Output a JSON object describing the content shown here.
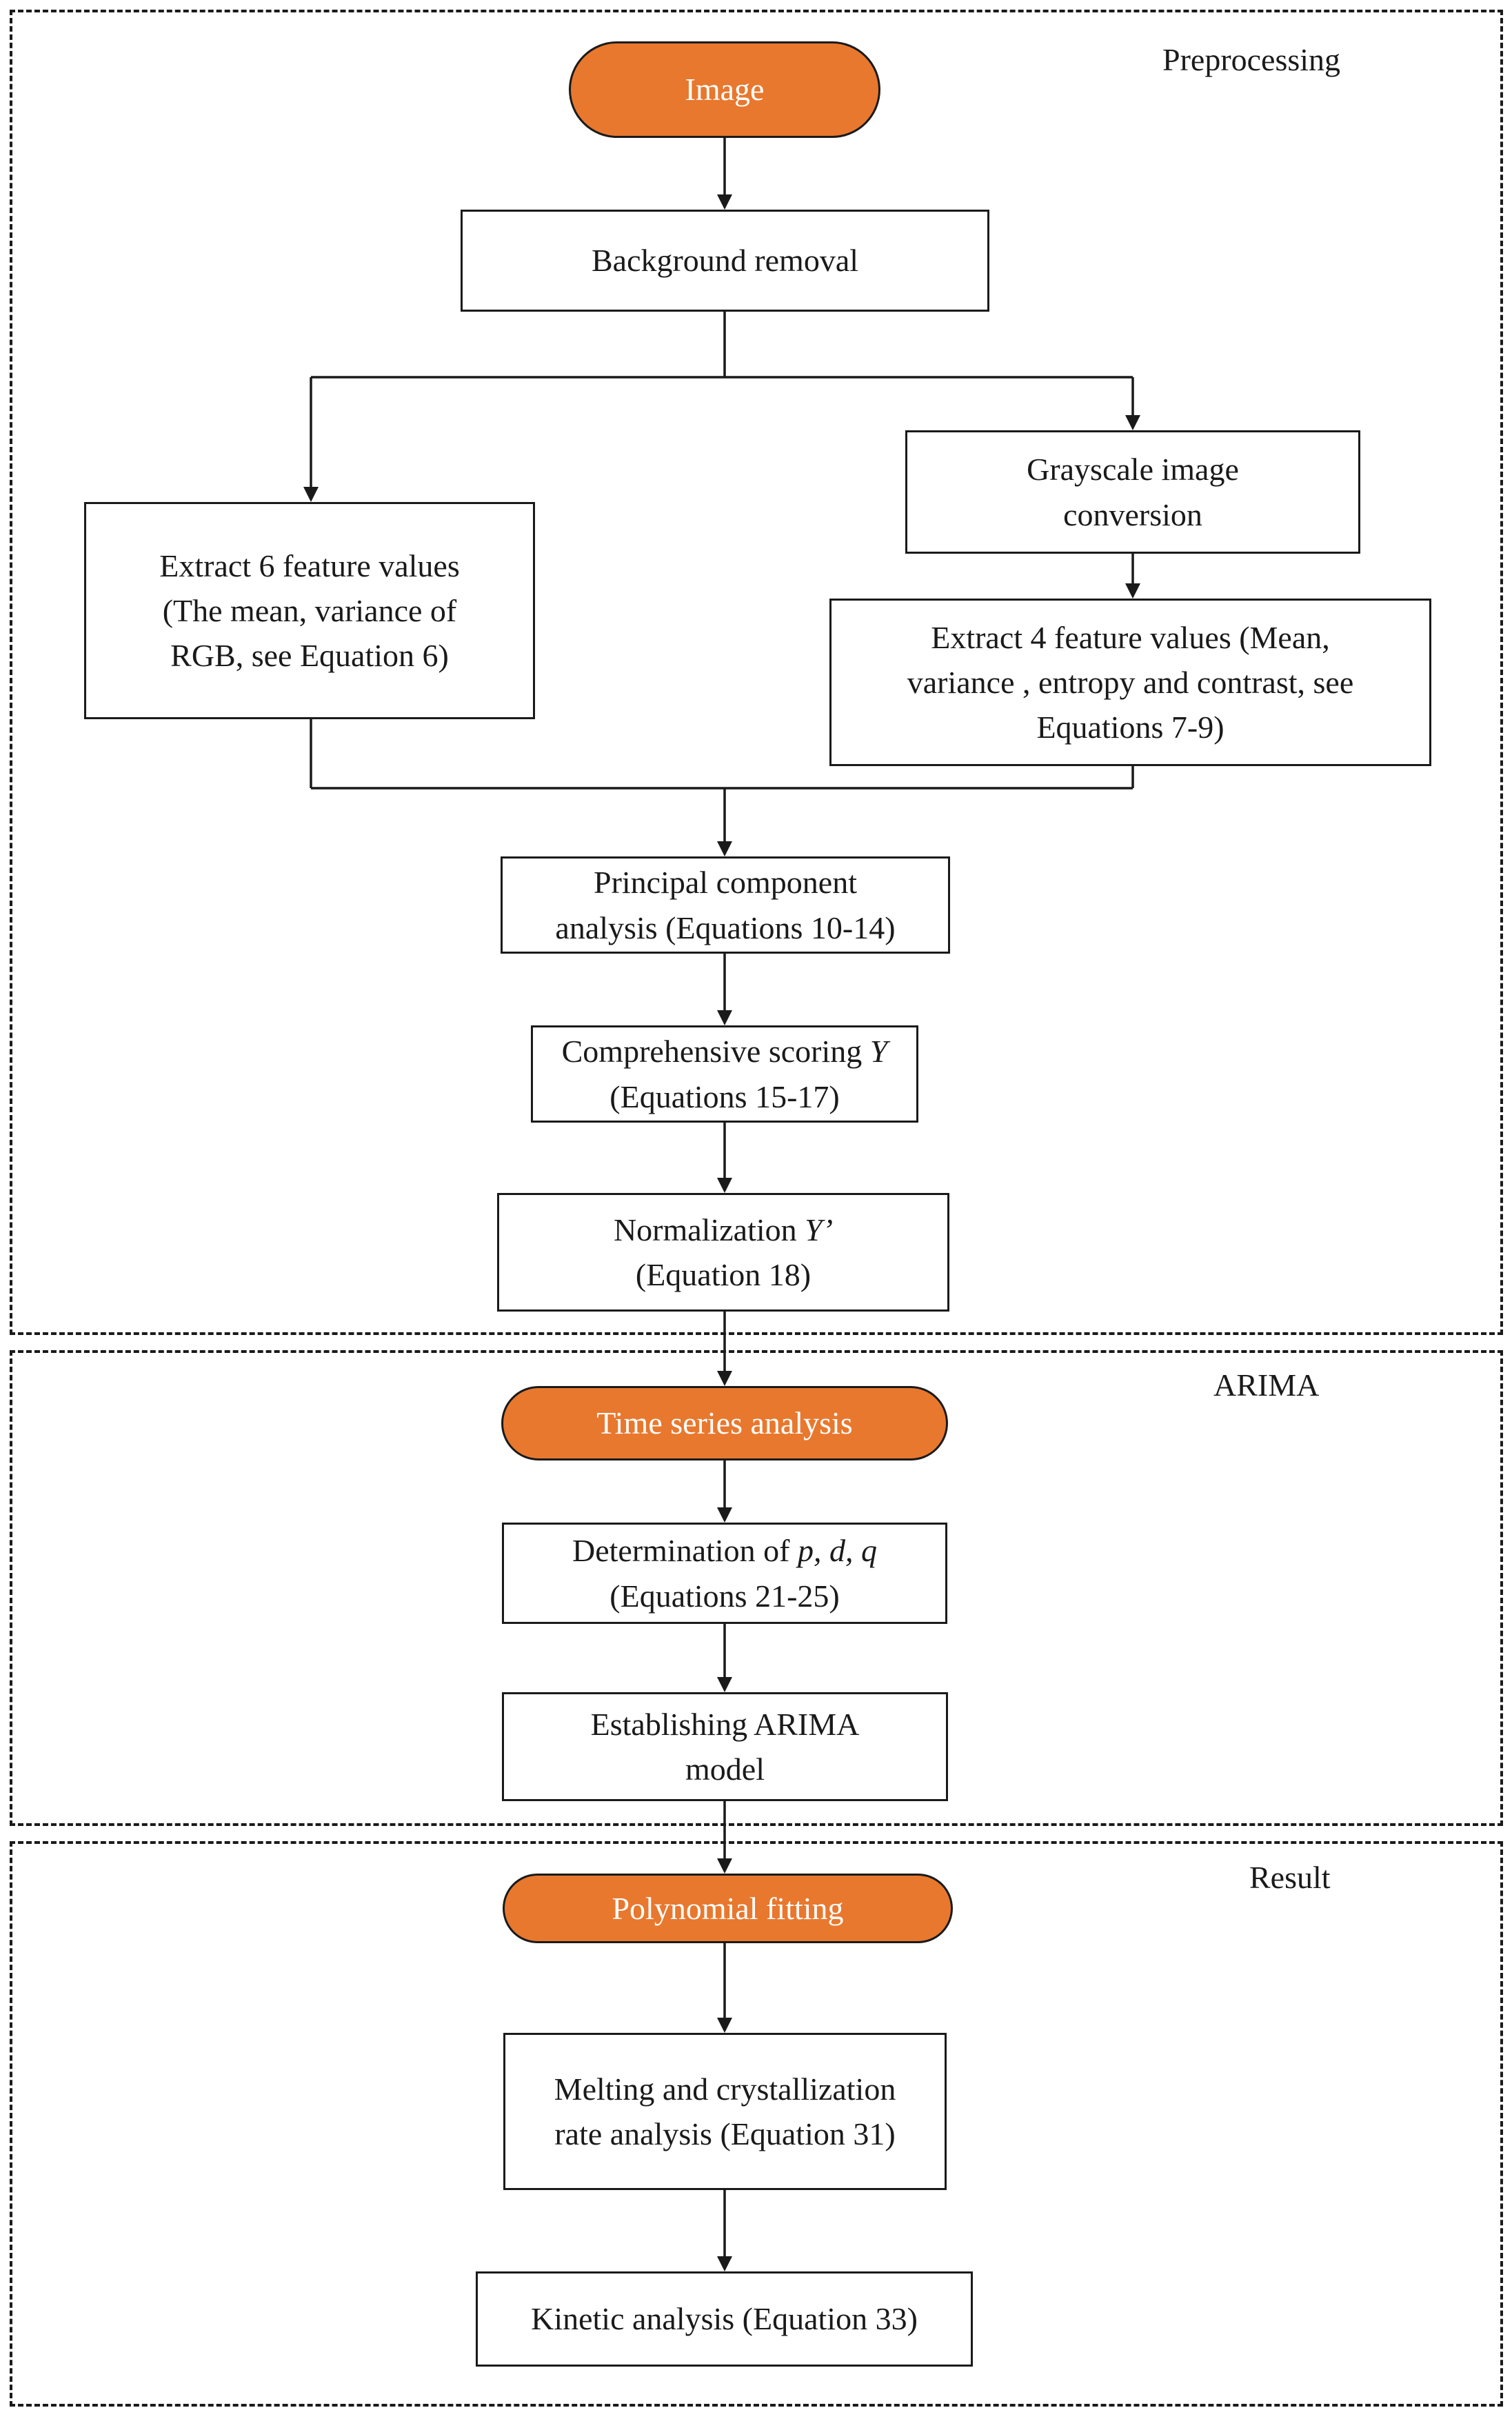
{
  "sections": {
    "preprocessing": "Preprocessing",
    "arima": "ARIMA",
    "result": "Result"
  },
  "nodes": {
    "image": "Image",
    "background_removal": "Background removal",
    "grayscale": [
      "Grayscale image",
      "conversion"
    ],
    "extract6": [
      "Extract 6 feature values",
      "(The mean, variance of",
      "RGB, see Equation 6)"
    ],
    "extract4": [
      "Extract 4 feature values (Mean,",
      "variance , entropy and contrast, see",
      "Equations 7-9)"
    ],
    "pca": [
      "Principal component",
      "analysis (Equations 10-14)"
    ],
    "scoring": {
      "label": "Comprehensive scoring ",
      "symbol": "Y",
      "sub": "(Equations 15-17)"
    },
    "normalization": {
      "label": "Normalization ",
      "symbol": "Y’",
      "sub": "(Equation 18)"
    },
    "time_series": "Time series analysis",
    "pdq": {
      "label": "Determination of ",
      "symbol": "p, d, q",
      "sub": "(Equations 21-25)"
    },
    "arima_model": [
      "Establishing ARIMA",
      "model"
    ],
    "polynomial": "Polynomial fitting",
    "melting": [
      "Melting and crystallization",
      "rate analysis (Equation 31)"
    ],
    "kinetic": "Kinetic analysis (Equation 33)"
  },
  "colors": {
    "terminal_fill": "#e8782e",
    "terminal_text": "#ffffff",
    "stroke": "#1a1a1a"
  }
}
